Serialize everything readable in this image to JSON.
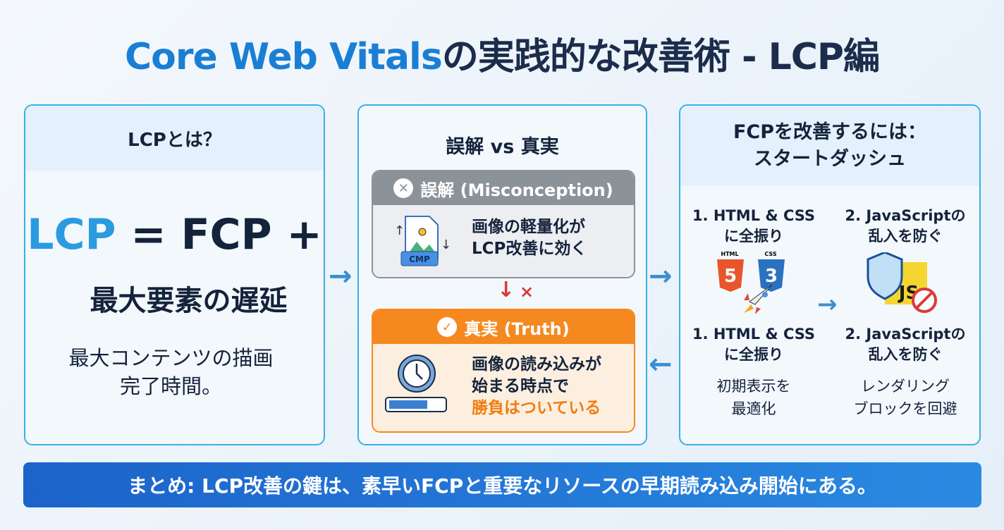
{
  "title": {
    "highlight": "Core Web Vitals",
    "rest": "の実践的な改善術 - LCP編"
  },
  "panel1": {
    "heading": "LCPとは？",
    "formula_lcp": "LCP",
    "formula_rest": " = FCP +",
    "formula_line2": "最大要素の遅延",
    "desc_line1": "最大コンテンツの描画",
    "desc_line2": "完了時間。"
  },
  "panel2": {
    "heading": "誤解 vs 真実",
    "misconception": {
      "label": "誤解 (Misconception)",
      "icon_badge": "CMP",
      "line1": "画像の軽量化が",
      "line2": "LCP改善に効く"
    },
    "connector_mark": "×",
    "truth": {
      "label": "真実 (Truth)",
      "line1": "画像の読み込みが",
      "line2": "始まる時点で",
      "line3": "勝負はついている"
    }
  },
  "panel3": {
    "heading_line1": "FCPを改善するには：",
    "heading_line2": "スタートダッシュ",
    "step1": {
      "title1": "1. HTML & CSS",
      "title2": "に全振り",
      "html_label": "HTML",
      "css_label": "CSS",
      "desc1": "初期表示を",
      "desc2": "最適化"
    },
    "step2": {
      "title1": "2. JavaScriptの",
      "title2": "乱入を防ぐ",
      "js_label": "JS",
      "desc1": "レンダリング",
      "desc2": "ブロックを回避"
    }
  },
  "footer": "まとめ: LCP改善の鍵は、素早いFCPと重要なリソースの早期読み込み開始にある。",
  "colors": {
    "accent": "#1a7fd4",
    "border": "#3ab0e4",
    "misconception": "#8b9298",
    "truth": "#f5891f",
    "error": "#d83a3a"
  }
}
